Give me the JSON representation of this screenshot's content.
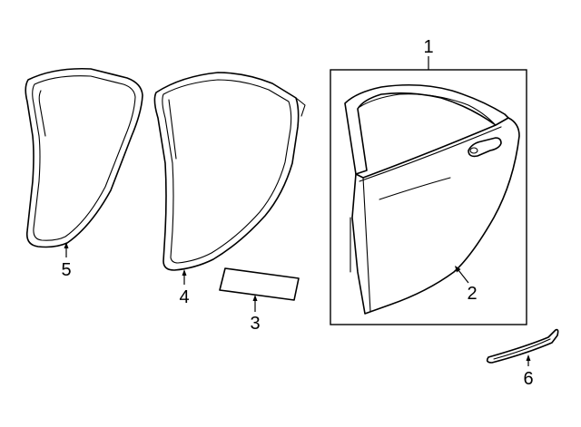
{
  "diagram": {
    "parts": [
      {
        "id": "assembly",
        "callout": "1"
      },
      {
        "id": "door-shell",
        "callout": "2"
      },
      {
        "id": "label",
        "callout": "3"
      },
      {
        "id": "inner-weatherstrip",
        "callout": "4"
      },
      {
        "id": "outer-weatherstrip",
        "callout": "5"
      },
      {
        "id": "belt-molding",
        "callout": "6"
      }
    ]
  }
}
